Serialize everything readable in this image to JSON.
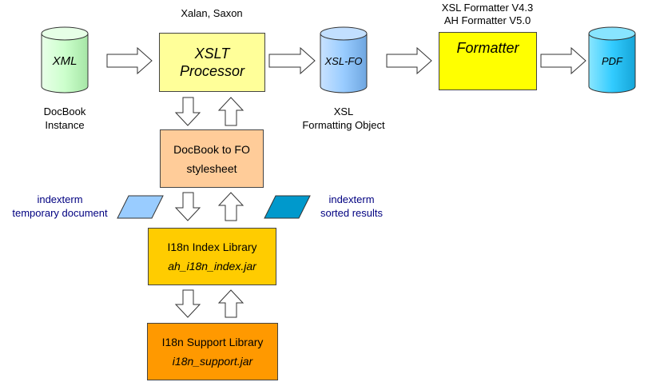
{
  "xml": {
    "label": "XML",
    "caption_line1": "DocBook",
    "caption_line2": "Instance"
  },
  "xslt": {
    "line1": "XSLT",
    "line2": "Processor",
    "above": "Xalan, Saxon"
  },
  "xslfo": {
    "label": "XSL-FO",
    "caption_line1": "XSL",
    "caption_line2": "Formatting Object"
  },
  "formatter": {
    "label": "Formatter",
    "above_line1": "XSL Formatter V4.3",
    "above_line2": "AH Formatter V5.0"
  },
  "pdf": {
    "label": "PDF"
  },
  "docbook_fo": {
    "line1": "DocBook to FO",
    "line2": "stylesheet"
  },
  "index_lib": {
    "line1": "I18n Index Library",
    "line2": "ah_i18n_index.jar"
  },
  "support_lib": {
    "line1": "I18n Support Library",
    "line2": "i18n_support.jar"
  },
  "temp_doc": {
    "line1": "indexterm",
    "line2": "temporary document"
  },
  "sorted": {
    "line1": "indexterm",
    "line2": "sorted results"
  },
  "colors": {
    "xml_body": "#ccffcc",
    "xsl_fo_body": "#99ccff",
    "pdf_body": "#33ccff",
    "xslt_fill": "#ffff99",
    "formatter_fill": "#ffff00",
    "docbook_fill": "#ffcc99",
    "index_fill": "#ffcc00",
    "support_fill": "#ff9900",
    "temp_para": "#99ccff",
    "sorted_para": "#0099cc",
    "caption_blue": "#000080"
  }
}
